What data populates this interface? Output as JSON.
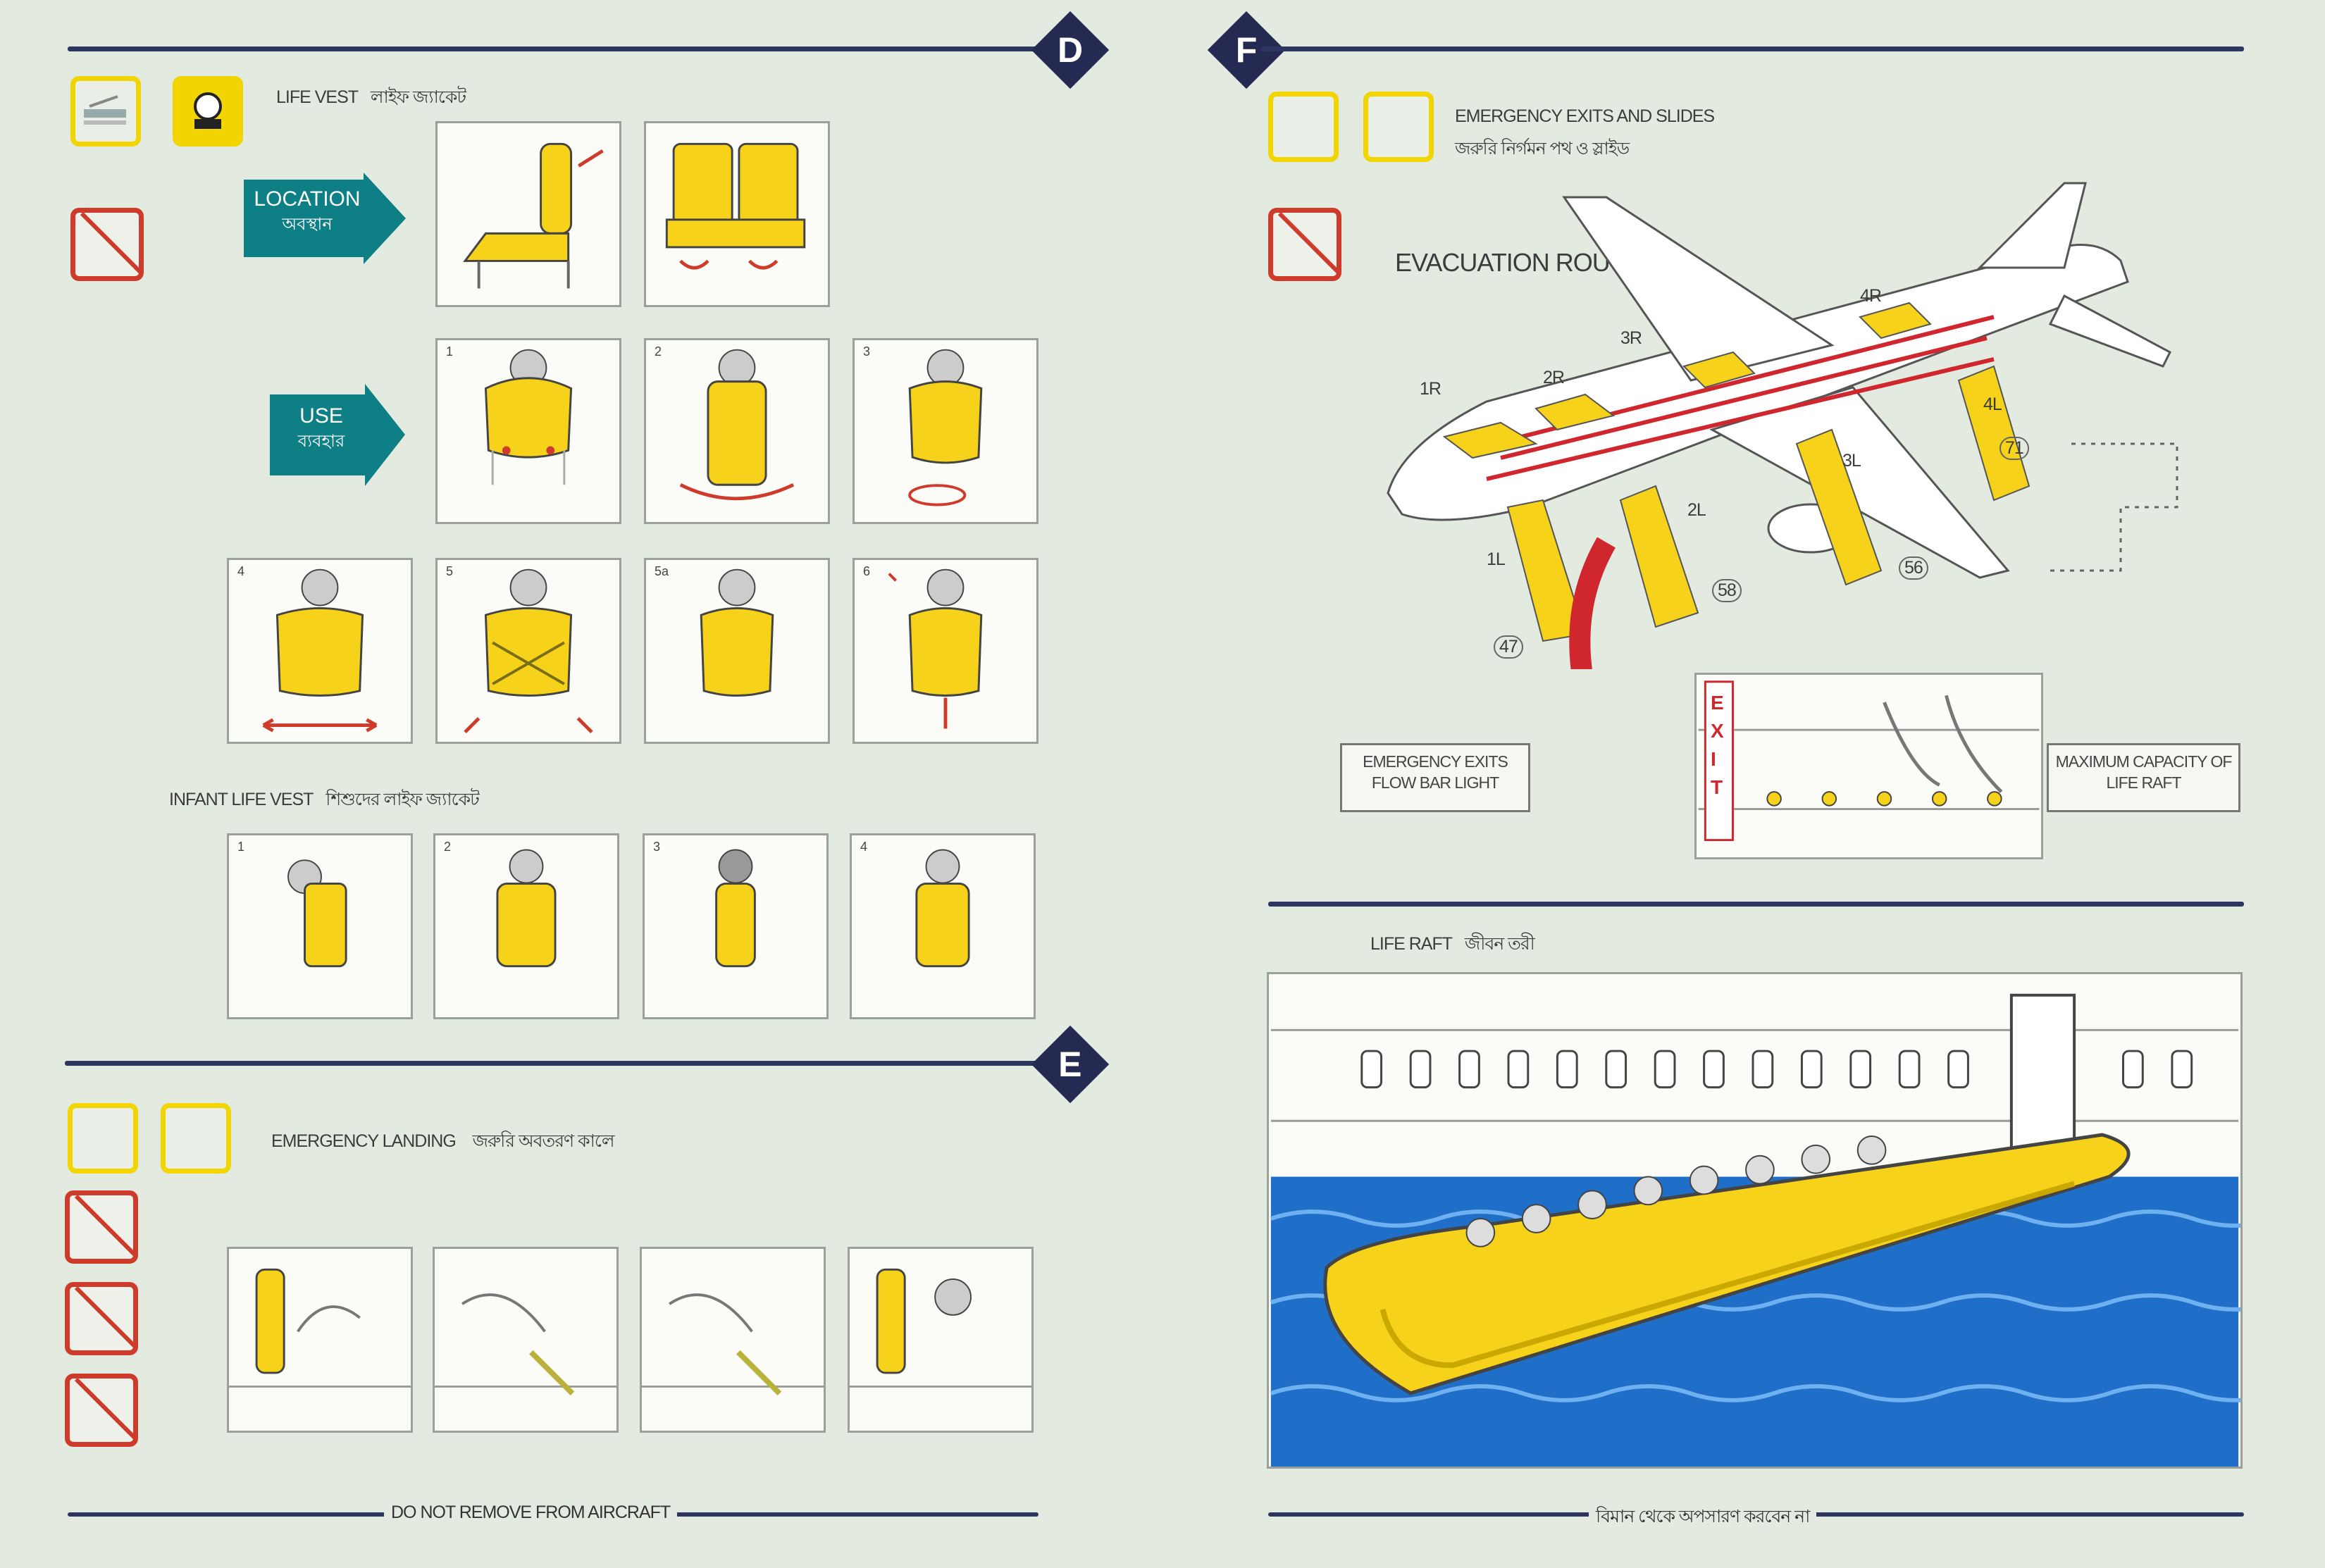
{
  "sections": {
    "d": {
      "badge": "D"
    },
    "e": {
      "badge": "E"
    },
    "f": {
      "badge": "F"
    }
  },
  "life_vest": {
    "heading_en": "LIFE VEST",
    "heading_bn": "লাইফ জ্যাকেট",
    "location_label_en": "LOCATION",
    "location_label_bn": "অবস্থান",
    "use_label_en": "USE",
    "use_label_bn": "ব্যবহার",
    "use_steps": [
      "1",
      "2",
      "3",
      "4",
      "5",
      "5a",
      "6"
    ]
  },
  "infant_life_vest": {
    "heading_en": "INFANT LIFE VEST",
    "heading_bn": "শিশুদের লাইফ জ্যাকেট",
    "steps": [
      "1",
      "2",
      "3",
      "4"
    ]
  },
  "emergency_landing": {
    "heading_en": "EMERGENCY LANDING",
    "heading_bn": "জরুরি অবতরণ কালে"
  },
  "emergency_exits": {
    "heading_en": "EMERGENCY EXITS AND SLIDES",
    "heading_bn": "জরুরি নির্গমন পথ ও স্লাইড",
    "route_label": "EVACUATION ROUTE",
    "door_labels": [
      "1R",
      "2R",
      "3R",
      "4R",
      "1L",
      "2L",
      "3L",
      "4L"
    ],
    "raft_capacities": [
      "71",
      "56",
      "58",
      "47"
    ],
    "flow_bar_callout": "EMERGENCY EXITS FLOW BAR LIGHT",
    "capacity_callout": "MAXIMUM CAPACITY OF LIFE RAFT",
    "exit_sign": "EXIT"
  },
  "life_raft": {
    "heading_en": "LIFE RAFT",
    "heading_bn": "জীবন তরী"
  },
  "footer": {
    "left": "DO NOT REMOVE FROM AIRCRAFT",
    "right": "বিমান থেকে অপসারণ করবেন না"
  },
  "colors": {
    "background": "#e3ebe1",
    "rule": "#2d3561",
    "vest_yellow": "#f6d21a",
    "teal_arrow": "#0f7f86",
    "prohibit_red": "#cf3b2a",
    "sea_blue": "#1f6fc8"
  },
  "icons": {
    "section_badge": "diamond-badge",
    "location_arrow": "teal-arrow",
    "prohibited": "prohibition-sign"
  }
}
